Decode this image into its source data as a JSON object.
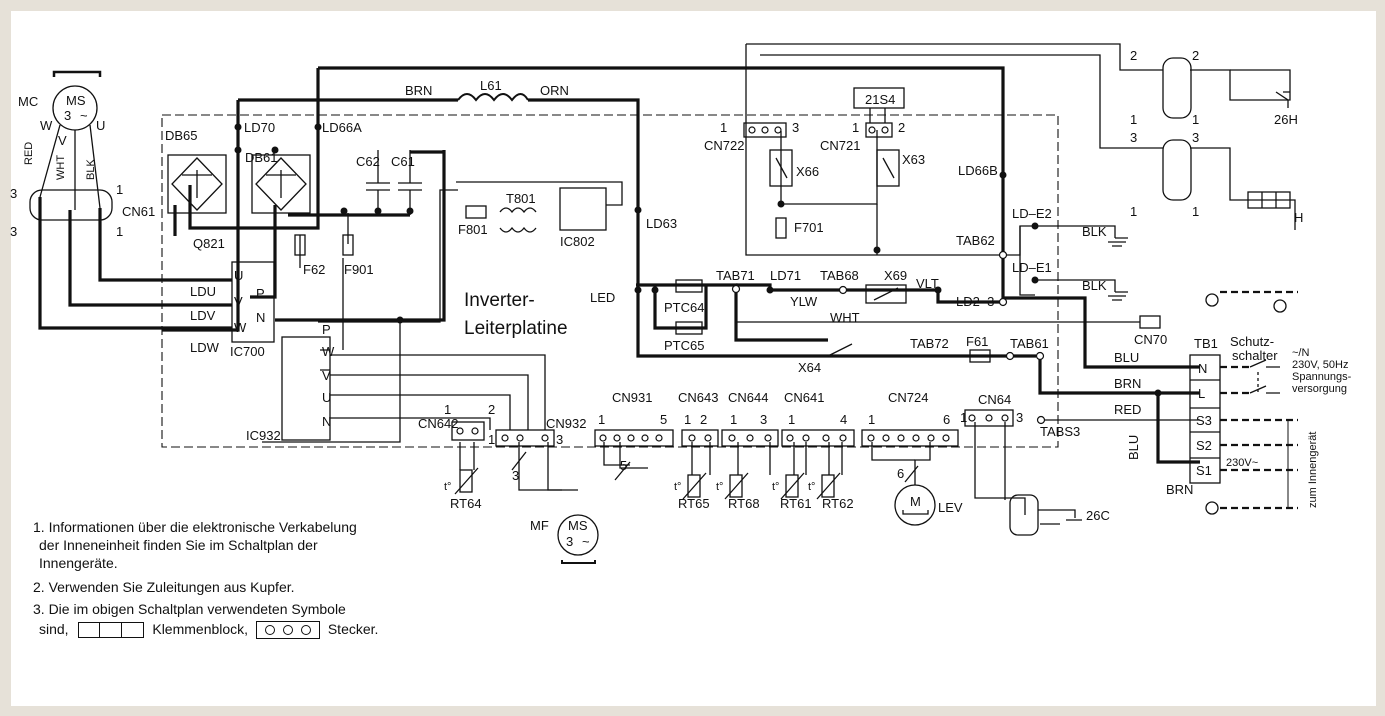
{
  "labels": {
    "mc": "MC",
    "ms": "MS",
    "three": "3",
    "tilde": "~",
    "phase_w": "W",
    "phase_v": "V",
    "phase_u": "U",
    "red": "RED",
    "wht": "WHT",
    "blk": "BLK",
    "pin1": "1",
    "pin3": "3",
    "cn61": "CN61",
    "db65": "DB65",
    "db61": "DB61",
    "ld70": "LD70",
    "ld66a": "LD66A",
    "q821": "Q821",
    "c62": "C62",
    "c61": "C61",
    "brn": "BRN",
    "l61": "L61",
    "orn": "ORN",
    "t801": "T801",
    "f801": "F801",
    "ic802": "IC802",
    "f62": "F62",
    "f901": "F901",
    "u": "U",
    "v": "V",
    "w": "W",
    "p": "P",
    "n": "N",
    "ldu": "LDU",
    "ldv": "LDV",
    "ldw": "LDW",
    "ic700": "IC700",
    "ic932": "IC932",
    "inverter_line1": "Inverter-",
    "inverter_line2": "Leiterplatine",
    "ld63": "LD63",
    "led": "LED",
    "cn722": "CN722",
    "x66": "X66",
    "f701": "F701",
    "s21s4": "21S4",
    "cn721": "CN721",
    "x63": "X63",
    "ld66b": "LD66B",
    "tab62": "TAB62",
    "lde2": "LD–E2",
    "lde1": "LD–E1",
    "tab71": "TAB71",
    "ld71": "LD71",
    "tab68": "TAB68",
    "x69": "X69",
    "vlt": "VLT",
    "ylw": "YLW",
    "ld23": "LD2–3",
    "ptc64": "PTC64",
    "ptc65": "PTC65",
    "x64": "X64",
    "tab72": "TAB72",
    "f61": "F61",
    "tab61": "TAB61",
    "cn70": "CN70",
    "h26": "26H",
    "h": "H",
    "n2": "2",
    "n1": "1",
    "blu": "BLU",
    "tb1": "TB1",
    "schutz1": "Schutz-",
    "schutz2": "schalter",
    "supply1": "~/N",
    "supply2": "230V, 50Hz",
    "supply3": "Spannungs-",
    "supply4": "versorgung",
    "s3": "S3",
    "s2": "S2",
    "s1": "S1",
    "v230": "230V~",
    "zum": "zum Innengerät",
    "cn64": "CN64",
    "tabs3": "TABS3",
    "c26": "26C",
    "cn642": "CN642",
    "rt64": "RT64",
    "cn932": "CN932",
    "mf": "MF",
    "cn931": "CN931",
    "cn643": "CN643",
    "cn644": "CN644",
    "cn641": "CN641",
    "cn724": "CN724",
    "rt65": "RT65",
    "rt68": "RT68",
    "rt61": "RT61",
    "rt62": "RT62",
    "lev": "LEV",
    "m": "M",
    "tdeg": "t°",
    "n5": "5",
    "n6": "6",
    "n4": "4",
    "n2b": "2"
  },
  "notes": {
    "n1a": "1. Informationen über die elektronische Verkabelung",
    "n1b": "der Inneneinheit finden Sie im Schaltplan der",
    "n1c": "Innengeräte.",
    "n2": "2. Verwenden Sie Zuleitungen aus Kupfer.",
    "n3a": "3. Die im obigen Schaltplan verwendeten Symbole",
    "n3b_pre": "sind,",
    "n3b_block": "Klemmenblock,",
    "n3b_plug": "Stecker."
  }
}
